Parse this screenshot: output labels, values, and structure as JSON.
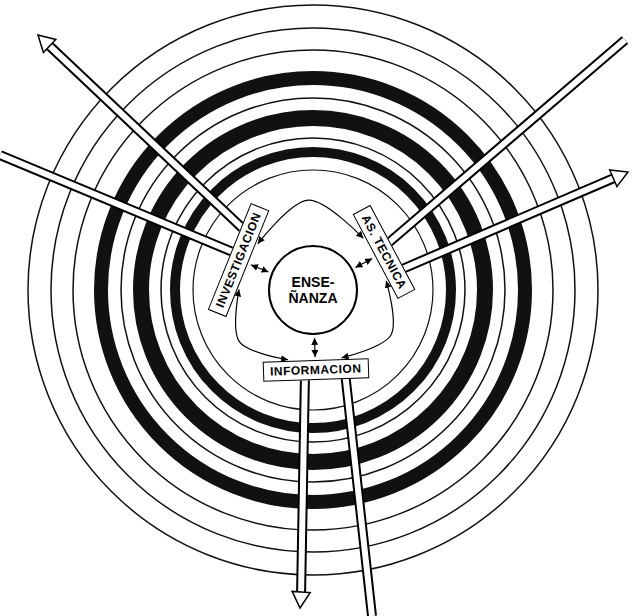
{
  "diagram": {
    "nodes": [
      {
        "text": [
          "ENSE- ÑANZA"
        ]
      },
      {
        "text": [
          "INVESTIGACION"
        ]
      },
      {
        "text": [
          "AS. TECNICA"
        ]
      },
      {
        "text": [
          "INFORMACION"
        ]
      }
    ],
    "edges": [
      {
        "from": 1,
        "to": 2,
        "arrow": "both"
      },
      {
        "from": 2,
        "to": 3,
        "arrow": "both"
      },
      {
        "from": 3,
        "to": 1,
        "arrow": "both"
      },
      {
        "from": 0,
        "to": 1,
        "arrow": "both"
      },
      {
        "from": 0,
        "to": 2,
        "arrow": "both"
      },
      {
        "from": 0,
        "to": 3,
        "arrow": "both"
      }
    ]
  }
}
